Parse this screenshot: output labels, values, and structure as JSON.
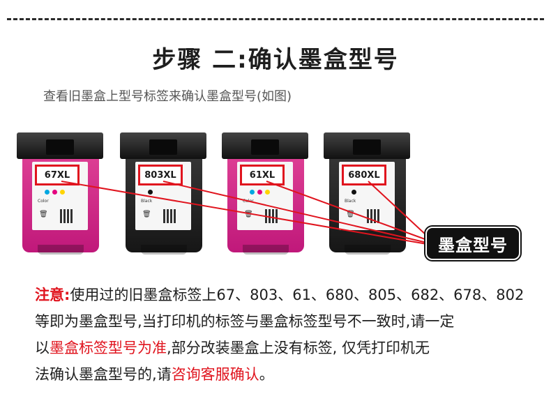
{
  "header": {
    "title": "步骤 二:确认墨盒型号",
    "subtitle": "查看旧墨盒上型号标签来确认墨盒型号(如图)"
  },
  "cartridges": [
    {
      "model": "67XL",
      "body_color": "#c0187a",
      "variant": "magenta",
      "ink_type": "Color"
    },
    {
      "model": "803XL",
      "body_color": "#1e1e1e",
      "variant": "black",
      "ink_type": "Black"
    },
    {
      "model": "61XL",
      "body_color": "#c0187a",
      "variant": "magenta",
      "ink_type": "Color"
    },
    {
      "model": "680XL",
      "body_color": "#1e1e1e",
      "variant": "black",
      "ink_type": "Black"
    }
  ],
  "callout": {
    "label": "墨盒型号"
  },
  "note": {
    "prefix": "注意:",
    "line1_text": "使用过的旧墨盒标签上67、803、61、680、805、682、678、802",
    "line2_text": "等即为墨盒型号,当打印机的标签与墨盒标签型号不一致时,请一定",
    "line3_prefix": "以",
    "line3_highlight": "墨盒标签型号为准",
    "line3_suffix": ",部分改装墨盒上没有标签, 仅凭打印机无",
    "line4_prefix": "法确认墨盒型号的,请",
    "line4_highlight": "咨询客服确认",
    "line4_suffix": "。"
  },
  "colors": {
    "accent_red": "#e0141e",
    "magenta": "#c0187a",
    "black": "#1e1e1e"
  }
}
